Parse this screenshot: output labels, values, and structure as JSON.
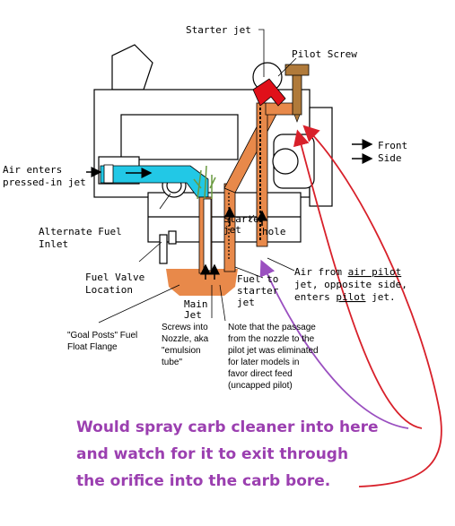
{
  "colors": {
    "background": "#ffffff",
    "outline": "#000000",
    "air_passage": "#22c8e6",
    "fuel_passage": "#e8894a",
    "starter_jet": "#e0101a",
    "note_text": "#9b3fb0",
    "red_arrow": "#d8202a",
    "purple_arrow": "#9a4fc0"
  },
  "labels": {
    "starter_jet": "Starter jet",
    "pilot_screw": "Pilot Screw",
    "front_side_1": "Front",
    "front_side_2": "Side",
    "air_enters_1": "Air enters",
    "air_enters_2": "pressed-in jet",
    "alt_fuel_1": "Alternate Fuel",
    "alt_fuel_2": "Inlet",
    "fuel_valve_1": "Fuel Valve",
    "fuel_valve_2": "Location",
    "starter_jet_small_1": "Starter",
    "starter_jet_small_2": "jet",
    "hole": "hole",
    "fuel_to_1": "Fuel to",
    "fuel_to_2": "starter",
    "fuel_to_3": "jet",
    "air_pilot_1_pre": "Air from ",
    "air_pilot_1_u": "air pilot",
    "air_pilot_2": "jet, opposite side,",
    "air_pilot_3_pre": "enters ",
    "air_pilot_3_u": "pilot",
    "air_pilot_3_post": " jet.",
    "main_jet_1": "Main",
    "main_jet_2": "Jet",
    "goal_posts_1": "\"Goal Posts\" Fuel",
    "goal_posts_2": "Float Flange",
    "screws_1": "Screws into",
    "screws_2": "Nozzle, aka",
    "screws_3": "\"emulsion",
    "screws_4": "tube\"",
    "passage_1": "Note that the passage",
    "passage_2": "from the nozzle to the",
    "passage_3": "pilot jet was eliminated",
    "passage_4": "for later models in",
    "passage_5": "favor direct feed",
    "passage_6": "(uncapped pilot)"
  },
  "note": {
    "line1": "Would spray carb cleaner into here",
    "line2": "and watch for it to exit through",
    "line3": "the orifice into the carb bore."
  }
}
